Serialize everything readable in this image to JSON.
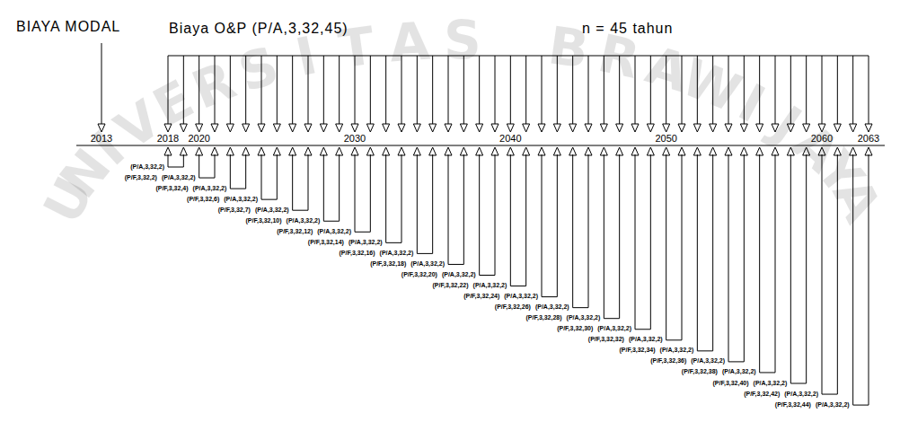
{
  "diagram": {
    "labels": [
      "BIAYA MODAL",
      "Biaya O&P (P/A,3,32,45)",
      "n = 45 tahun",
      "2013",
      "2018",
      "2020",
      "2030",
      "2040",
      "2050",
      "2060",
      "2063",
      "(P/A,3,32,2)",
      "(P/F,3,32,2)",
      "(P/A,3,32,2)",
      "(P/F,3,32,4)",
      "(P/A,3,32,2)",
      "(P/F,3,32,6)",
      "(P/A,3,32,2)",
      "(P/F,3,32,7)",
      "(P/A,3,32,2)",
      "(P/F,3,32,10)",
      "(P/A,3,32,2)",
      "(P/F,3,32,12)",
      "(P/A,3,32,2)",
      "(P/F,3,32,14)",
      "(P/A,3,32,2)",
      "(P/F,3,32,16)",
      "(P/A,3,32,2)",
      "(P/F,3,32,18)",
      "(P/A,3,32,2)",
      "(P/F,3,32,20)",
      "(P/A,3,32,2)",
      "(P/F,3,32,22)",
      "(P/A,3,32,2)",
      "(P/F,3,32,24)",
      "(P/A,3,32,2)",
      "(P/F,3,32,26)",
      "(P/A,3,32,2)",
      "(P/F,3,32,28)",
      "(P/A,3,32,2)",
      "(P/F,3,32,30)",
      "(P/A,3,32,2)",
      "(P/F,3,32,32)",
      "(P/A,3,32,2)",
      "(P/F,3,32,34)",
      "(P/A,3,32,2)",
      "(P/F,3,32,36)",
      "(P/A,3,32,2)",
      "(P/F,3,32,38)",
      "(P/A,3,32,2)",
      "(P/F,3,32,40)",
      "(P/A,3,32,2)",
      "(P/F,3,32,42)",
      "(P/A,3,32,2)",
      "(P/F,3,32,44)",
      "(P/A,3,32,2)",
      "UNIVERSITAS BRAWIJAYA"
    ]
  }
}
